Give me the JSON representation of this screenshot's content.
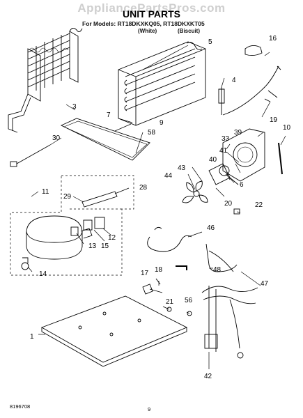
{
  "header": {
    "watermark": "AppliancePartsPros.com",
    "title": "UNIT PARTS",
    "models_line": "For Models: RT18DKXKQ05, RT18DKXKT05",
    "variant_white": "(White)",
    "variant_biscuit": "(Biscuit)"
  },
  "callouts": [
    "1",
    "3",
    "4",
    "5",
    "6",
    "7",
    "9",
    "10",
    "11",
    "12",
    "13",
    "14",
    "15",
    "16",
    "17",
    "18",
    "19",
    "20",
    "21",
    "22",
    "28",
    "29",
    "30",
    "33",
    "39",
    "40",
    "41",
    "42",
    "43",
    "44",
    "46",
    "47",
    "48",
    "56",
    "58"
  ],
  "footer": {
    "doc_number": "8196708",
    "page_number": "9"
  }
}
